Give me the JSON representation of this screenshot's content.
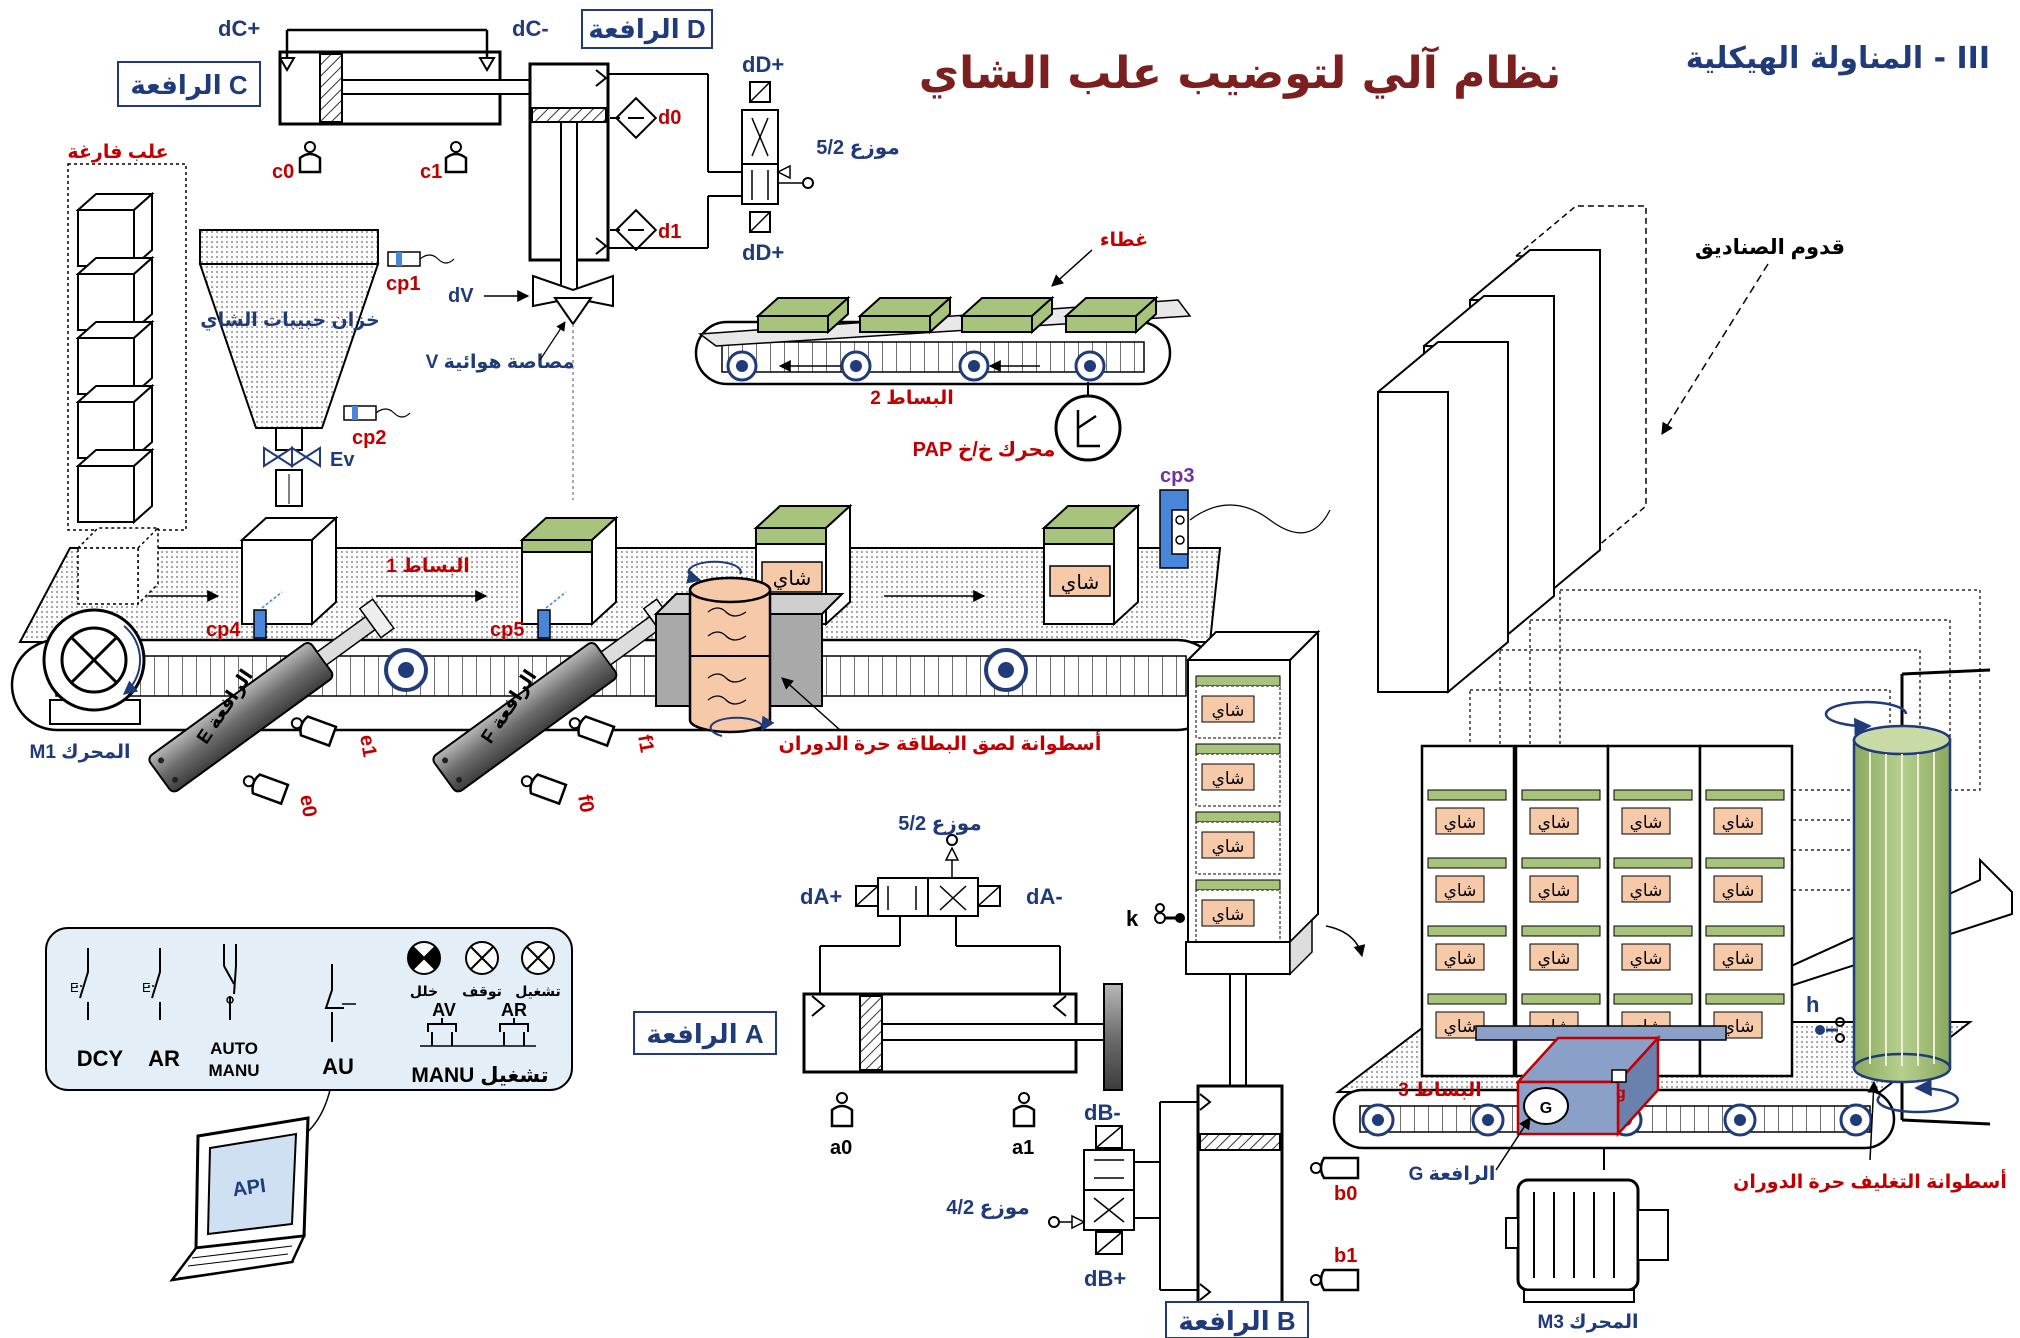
{
  "title": "نظام آلي لتوضيب علب الشاي",
  "section": "III - المناولة الهيكلية",
  "labels": {
    "jack_c": "الرافعة C",
    "jack_d": "الرافعة D",
    "jack_a": "الرافعة A",
    "jack_b": "الرافعة B",
    "jack_e": "الرافعة E",
    "jack_f": "الرافعة F",
    "jack_g": "الرافعة G",
    "empty_boxes": "علب فارغة",
    "tank": "خزان حبيبات الشاي",
    "suction": "مصاصة هوائية V",
    "lid": "غطاء",
    "conveyor1": "البساط 1",
    "conveyor2": "البساط 2",
    "conveyor3": "البساط 3",
    "stepper": "محرك خ/خ PAP",
    "motor_m1": "المحرك M1",
    "motor_m3": "المحرك M3",
    "label_cylinder": "أسطوانة لصق البطاقة حرة الدوران",
    "wrap_cylinder": "أسطوانة التغليف حرة الدوران",
    "boxes_arrival": "قدوم الصناديق",
    "tea": "شاي",
    "ev": "Ev",
    "dv": "dV",
    "api": "API",
    "m1_sym": "M1",
    "m3_sym": "M3",
    "g_sym": "G",
    "g_sensor": "g"
  },
  "valves": {
    "d": "موزع 5/2",
    "a": "موزع 5/2",
    "b": "موزع 4/2"
  },
  "signals": {
    "dc_plus": "dC+",
    "dc_minus": "dC-",
    "dd_plus_top": "dD+",
    "dd_plus_bottom": "dD+",
    "da_plus": "dA+",
    "da_minus": "dA-",
    "db_minus": "dB-",
    "db_plus": "dB+"
  },
  "sensors": {
    "c0": "c0",
    "c1": "c1",
    "d0": "d0",
    "d1": "d1",
    "cp1": "cp1",
    "cp2": "cp2",
    "cp3": "cp3",
    "cp4": "cp4",
    "cp5": "cp5",
    "e0": "e0",
    "e1": "e1",
    "f0": "f0",
    "f1": "f1",
    "a0": "a0",
    "a1": "a1",
    "b0": "b0",
    "b1": "b1",
    "k": "k",
    "h": "h"
  },
  "panel": {
    "dcy": "DCY",
    "ar": "AR",
    "auto": "AUTO",
    "manu": "MANU",
    "au": "AU",
    "manu_run": "MANU تشغيل",
    "lamp_run": "تشغيل",
    "lamp_stop": "توقف",
    "lamp_fault": "خلل",
    "btn_ar": "AR",
    "btn_av": "AV",
    "e_label1": "E",
    "e_label2": "E"
  },
  "colors": {
    "title": "#7b1f1f",
    "red_label": "#c00000",
    "blue_label": "#1f3b7a",
    "lid_green": "#a8c47c",
    "tea_label": "#f6c9a9",
    "wrap_green": "#a8c47c",
    "panel_bg": "#e4eef7",
    "sensor_blue": "#4a86d8"
  }
}
